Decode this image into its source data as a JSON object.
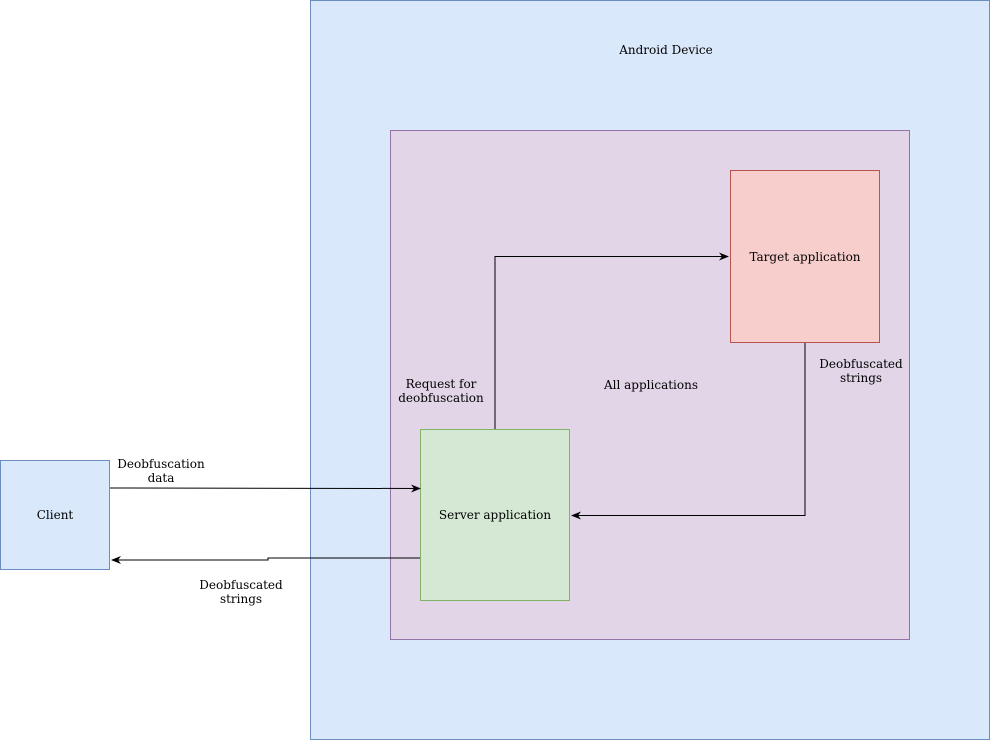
{
  "nodes": {
    "android_device": {
      "label": "Android Device",
      "fill": "#dae8fc",
      "stroke": "#6c8ebf"
    },
    "all_applications": {
      "label": "All applications",
      "fill": "#e1d5e7",
      "stroke": "#9673a6"
    },
    "target_application": {
      "label": "Target application",
      "fill": "#f8cecc",
      "stroke": "#b85450"
    },
    "server_application": {
      "label": "Server application",
      "fill": "#d5e8d4",
      "stroke": "#82b366"
    },
    "client": {
      "label": "Client",
      "fill": "#dae8fc",
      "stroke": "#6c8ebf"
    }
  },
  "edges": {
    "client_to_server": {
      "label": "Deobfuscation\ndata"
    },
    "server_to_client": {
      "label": "Deobfuscated\nstrings"
    },
    "server_to_target": {
      "label": "Request for\ndeobfuscation"
    },
    "target_to_server": {
      "label": "Deobfuscated\nstrings"
    }
  },
  "colors": {
    "edge": "#000000"
  }
}
